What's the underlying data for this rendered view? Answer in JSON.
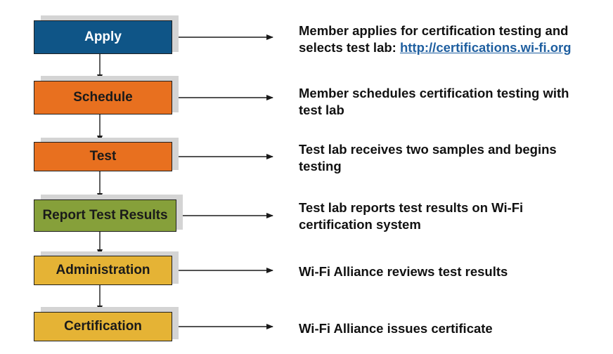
{
  "colors": {
    "apply": "#0f5587",
    "schedule": "#e8701f",
    "test": "#e8701f",
    "report": "#86a03a",
    "administration": "#e5b335",
    "certification": "#e5b335",
    "shadow": "#d4d4d4",
    "connector": "#1a1a1a",
    "link": "#1f5fa0"
  },
  "steps": [
    {
      "key": "apply",
      "label": "Apply",
      "description": "Member applies for certification testing  and selects test lab: ",
      "link_text": "http://certifications.wi-fi.org"
    },
    {
      "key": "schedule",
      "label": "Schedule",
      "description": "Member schedules certification testing with test lab"
    },
    {
      "key": "test",
      "label": "Test",
      "description": "Test lab receives two samples and begins testing"
    },
    {
      "key": "report",
      "label": "Report Test Results",
      "description": "Test lab reports test results on Wi-Fi certification system"
    },
    {
      "key": "administration",
      "label": "Administration",
      "description": "Wi-Fi Alliance reviews test results"
    },
    {
      "key": "certification",
      "label": "Certification",
      "description": "Wi-Fi Alliance issues certificate"
    }
  ]
}
